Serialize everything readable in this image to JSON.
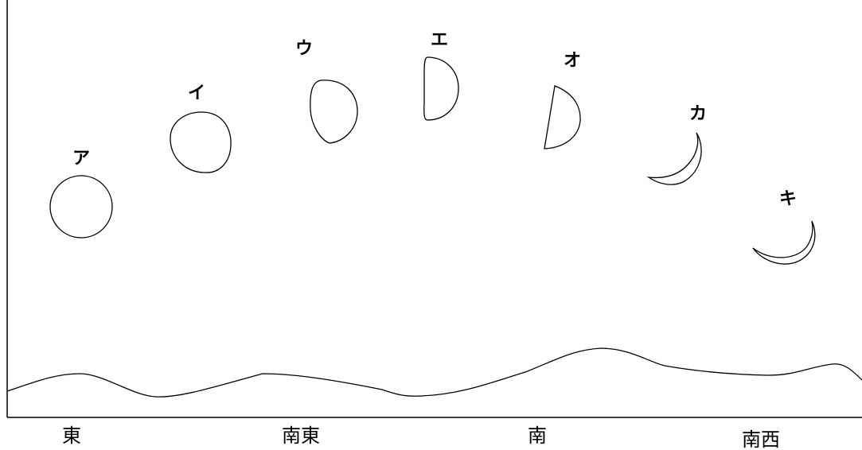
{
  "moons": [
    {
      "id": "a",
      "label": "ア",
      "phase": "full"
    },
    {
      "id": "i",
      "label": "イ",
      "phase": "full"
    },
    {
      "id": "u",
      "label": "ウ",
      "phase": "waxing-gibbous"
    },
    {
      "id": "e",
      "label": "エ",
      "phase": "first-quarter"
    },
    {
      "id": "o",
      "label": "オ",
      "phase": "first-quarter"
    },
    {
      "id": "ka",
      "label": "カ",
      "phase": "crescent"
    },
    {
      "id": "ki",
      "label": "キ",
      "phase": "crescent"
    }
  ],
  "directions": {
    "east": "東",
    "southeast": "南東",
    "south": "南",
    "southwest": "南西"
  },
  "colors": {
    "stroke": "#000000",
    "background": "#ffffff"
  }
}
